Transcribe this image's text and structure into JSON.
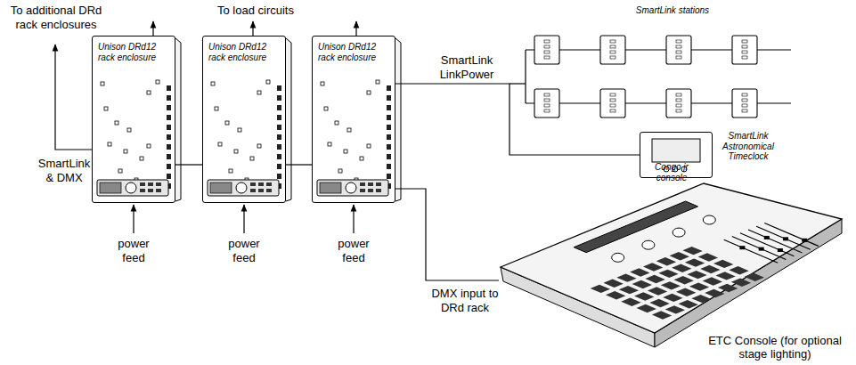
{
  "diagram": {
    "nodes": [
      {
        "text": [
          "Unison DRd12 rack enclosure"
        ]
      },
      {
        "text": [
          "Unison DRd12 rack enclosure"
        ]
      },
      {
        "text": [
          "Unison DRd12 rack enclosure"
        ]
      },
      {
        "text": [
          "SmartLink Astronomical Timeclock"
        ]
      },
      {
        "text": [
          "Congo jr console",
          "ETC Console (for optional stage lighting)"
        ]
      }
    ],
    "edges": [
      {
        "from": 0,
        "to": 1,
        "arrow": "none"
      },
      {
        "from": 1,
        "to": 2,
        "arrow": "none"
      },
      {
        "from": 2,
        "to": 3,
        "label": "SmartLink LinkPower",
        "arrow": "none"
      },
      {
        "from": 2,
        "to": 4,
        "label": "DMX input to DRd rack",
        "arrow": "none"
      }
    ],
    "labels": [
      "To additional DRd rack enclosures",
      "To load circuits",
      "SmartLink & DMX",
      "power feed",
      "power feed",
      "power feed",
      "SmartLink stations"
    ]
  }
}
